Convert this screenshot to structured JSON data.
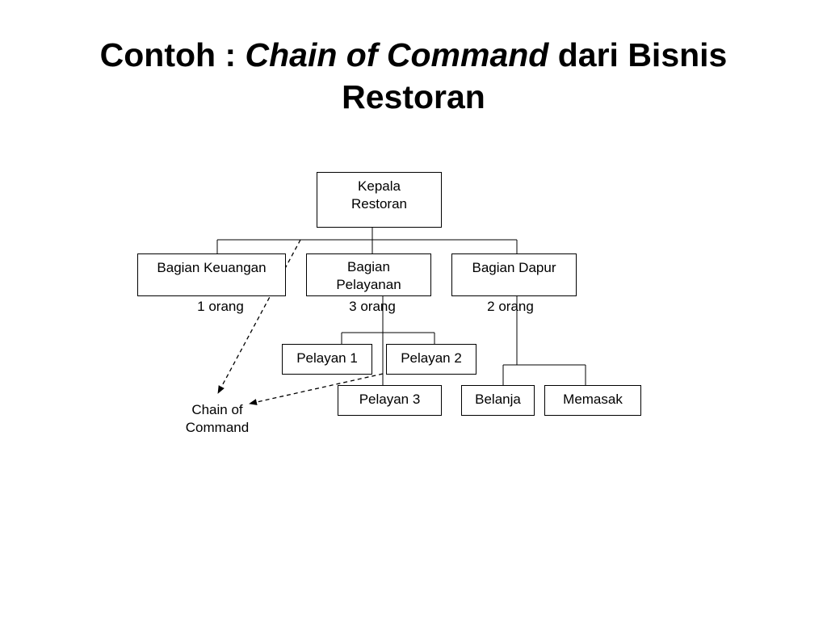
{
  "title": {
    "prefix": "Contoh : ",
    "emphasis": "Chain of Command",
    "suffix": " dari Bisnis",
    "line2": "Restoran"
  },
  "org_chart": {
    "root": {
      "line1": "Kepala",
      "line2": "Restoran"
    },
    "departments": [
      {
        "line1": "Bagian Keuangan",
        "staff_count": "1 orang"
      },
      {
        "line1": "Bagian",
        "line2": "Pelayanan",
        "staff_count": "3 orang"
      },
      {
        "line1": "Bagian Dapur",
        "staff_count": "2 orang"
      }
    ],
    "pelayanan_staff": [
      "Pelayan 1",
      "Pelayan 2",
      "Pelayan 3"
    ],
    "dapur_staff": [
      "Belanja",
      "Memasak"
    ]
  },
  "annotation": {
    "line1": "Chain of",
    "line2": "Command"
  }
}
